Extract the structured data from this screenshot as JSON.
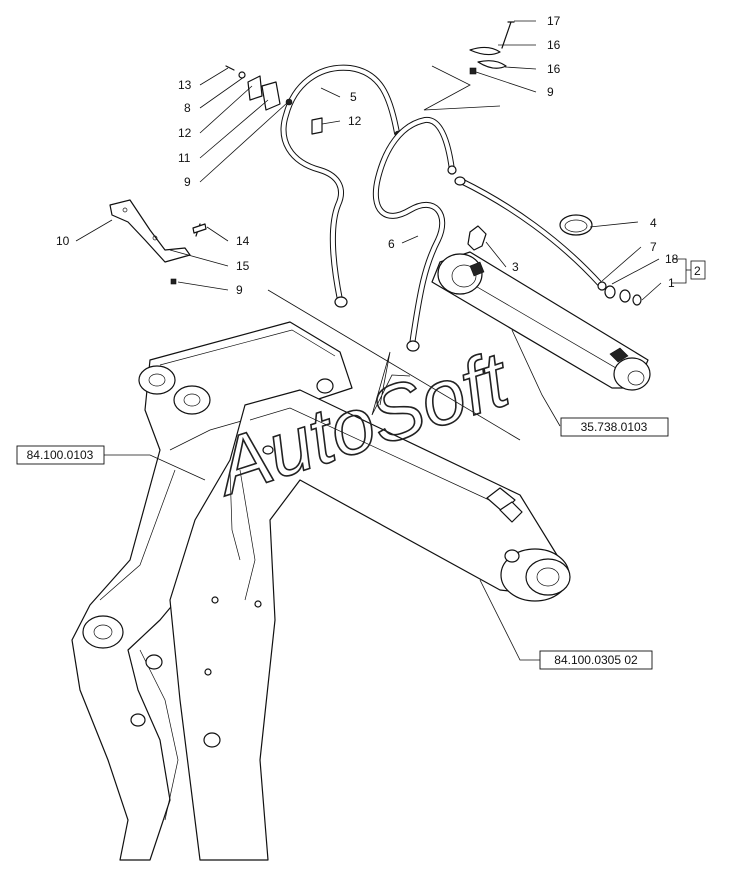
{
  "diagram": {
    "watermark": "AutoSoft",
    "callouts": {
      "c17": "17",
      "c16a": "16",
      "c16b": "16",
      "c9a": "9",
      "c13": "13",
      "c8": "8",
      "c12a": "12",
      "c11": "11",
      "c9b": "9",
      "c5": "5",
      "c12b": "12",
      "c6": "6",
      "c3": "3",
      "c4": "4",
      "c7": "7",
      "c18": "18",
      "c2": "2",
      "c1": "1",
      "c10": "10",
      "c14": "14",
      "c15": "15",
      "c9c": "9"
    },
    "references": {
      "cylinder": "35.738.0103",
      "boom": "84.100.0103",
      "dipper": "84.100.0305 02"
    }
  }
}
